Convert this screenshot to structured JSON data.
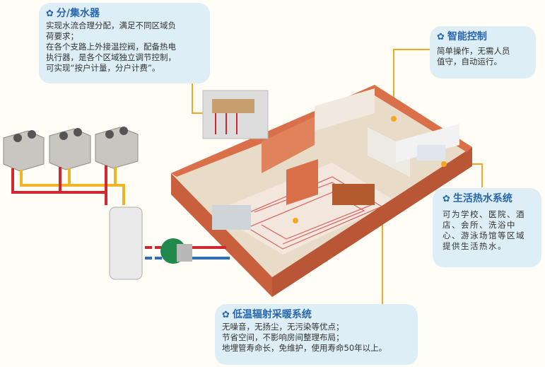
{
  "callouts": {
    "manifold": {
      "icon": "gear-icon",
      "title": "分/集水器",
      "lines": [
        "实现水流合理分配，满足不同区域负",
        "荷要求；",
        "在各个支路上外接温控阀，配备热电",
        "执行器，是各个区域独立调节控制，",
        "可实现“按户计量，分户计费”。"
      ]
    },
    "smart_control": {
      "icon": "gear-icon",
      "title": "智能控制",
      "lines": [
        "简单操作，无需人员",
        "值守，自动运行。"
      ]
    },
    "hot_water": {
      "icon": "gear-icon",
      "title": "生活热水系统",
      "lines": [
        "可为学校、医院、酒",
        "店、会所、洗浴中",
        "心、游泳场馆等区域",
        "提供生活热水。"
      ]
    },
    "floor_heating": {
      "icon": "gear-icon",
      "title": "低温辐射采暖系统",
      "lines": [
        "无噪音，无扬尘，无污染等优点；",
        "节省空间，不影响房间整理布局；",
        "地埋管寿命长，免维护，使用寿命50年以上。"
      ]
    }
  },
  "colors": {
    "accent": "#2766ae",
    "leader": "#f5a623",
    "brick": "#d9704a",
    "pipe_hot": "#d0282e",
    "pipe_cold": "#2b6fc0"
  }
}
